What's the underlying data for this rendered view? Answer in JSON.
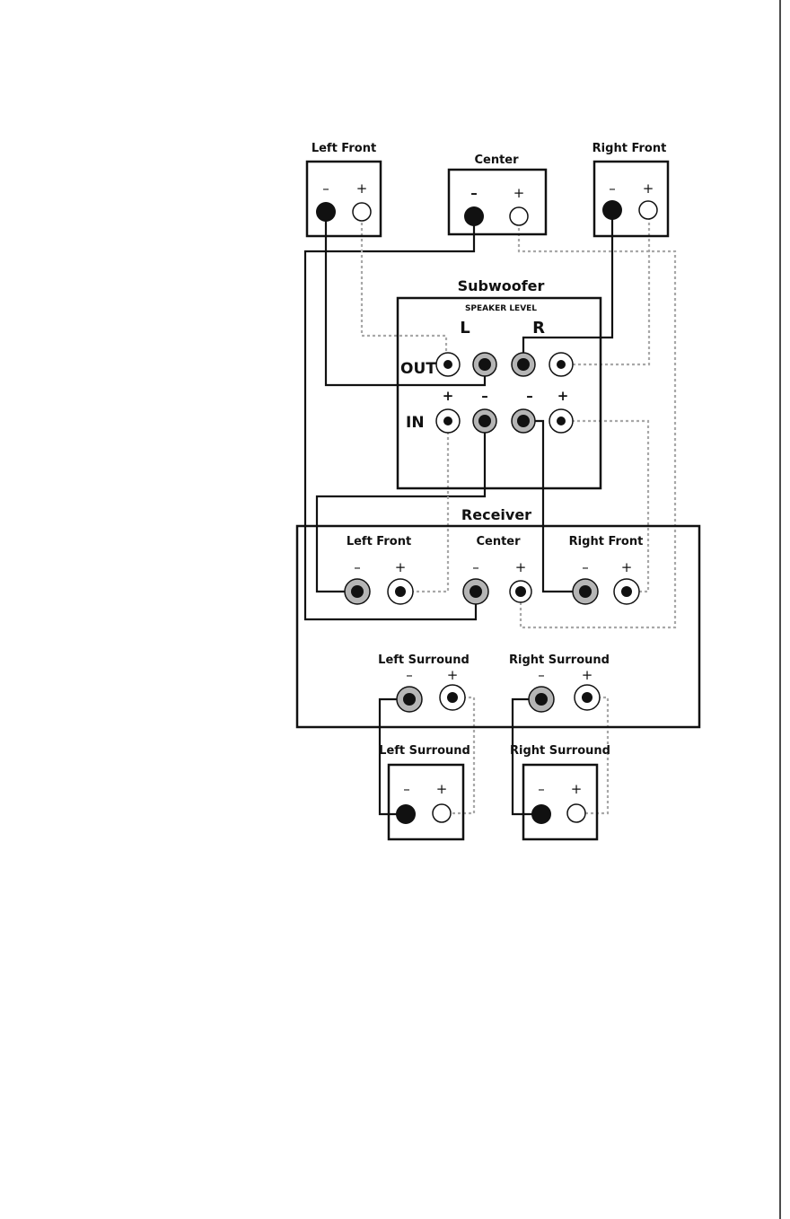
{
  "speakers": {
    "left_front": "Left Front",
    "center": "Center",
    "right_front": "Right Front",
    "left_surround": "Left Surround",
    "right_surround": "Right Surround"
  },
  "subwoofer": {
    "title": "Subwoofer",
    "subtitle": "SPEAKER LEVEL",
    "left_label": "L",
    "right_label": "R",
    "out_label": "OUT",
    "in_label": "IN"
  },
  "receiver": {
    "title": "Receiver",
    "left_front": "Left Front",
    "center": "Center",
    "right_front": "Right Front",
    "left_surround": "Left Surround",
    "right_surround": "Right Surround"
  },
  "signs": {
    "minus": "–",
    "plus": "+"
  },
  "colors": {
    "line": "#111111",
    "negative_wire": "#111111",
    "positive_wire": "#a8a8a8",
    "terminal_gray": "#b5b5b5"
  }
}
